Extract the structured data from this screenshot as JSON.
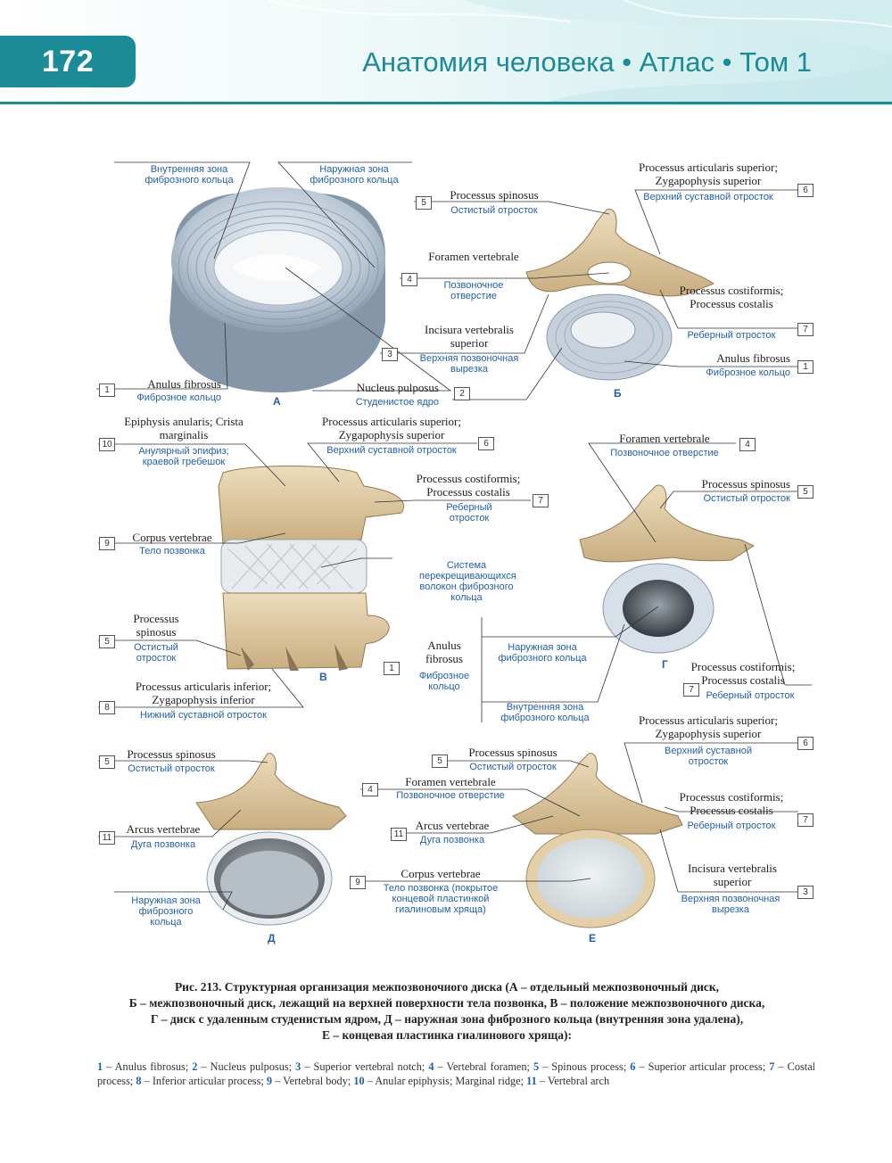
{
  "header": {
    "page_number": "172",
    "book_title": "Анатомия человека • Атлас • Том 1"
  },
  "figure": {
    "panel_letters": [
      "А",
      "Б",
      "В",
      "Г",
      "Д",
      "Е"
    ],
    "labels": [
      {
        "ru": "Внутренняя зона фиброзного кольца"
      },
      {
        "ru": "Наружная зона фиброзного кольца"
      },
      {
        "num": "1",
        "la": "Anulus fibrosus",
        "ru": "Фиброзное кольцо"
      },
      {
        "num": "2",
        "la": "Nucleus pulposus",
        "ru": "Студенистое ядро"
      },
      {
        "num": "5",
        "la": "Processus spinosus",
        "ru": "Остистый отросток"
      },
      {
        "num": "6",
        "la": "Processus articularis superior; Zygapophysis superior",
        "ru": "Верхний суставной отросток"
      },
      {
        "num": "4",
        "la": "Foramen vertebrale",
        "ru": "Позвоночное отверстие"
      },
      {
        "num": "7",
        "la": "Processus costiformis; Processus costalis",
        "ru": "Реберный отросток"
      },
      {
        "num": "3",
        "la": "Incisura vertebralis superior",
        "ru": "Верхняя позвоночная вырезка"
      },
      {
        "num": "1",
        "la": "Anulus fibrosus",
        "ru": "Фиброзное кольцо"
      },
      {
        "num": "10",
        "la": "Epiphysis anularis; Crista marginalis",
        "ru": "Анулярный эпифиз; краевой гребешок"
      },
      {
        "num": "6",
        "la": "Processus articularis superior; Zygapophysis superior",
        "ru": "Верхний суставной отросток"
      },
      {
        "num": "7",
        "la": "Processus costiformis; Processus costalis",
        "ru": "Реберный отросток"
      },
      {
        "num": "9",
        "la": "Corpus vertebrae",
        "ru": "Тело позвонка"
      },
      {
        "ru": "Система перекрещивающихся волокон фиброзного кольца"
      },
      {
        "num": "5",
        "la": "Processus spinosus",
        "ru": "Остистый отросток"
      },
      {
        "num": "8",
        "la": "Processus articularis inferior; Zygapophysis inferior",
        "ru": "Нижний суставной отросток"
      },
      {
        "num": "1",
        "la": "Anulus fibrosus",
        "ru": "Фиброзное кольцо"
      },
      {
        "ru": "Наружная зона фиброзного кольца"
      },
      {
        "ru": "Внутренняя зона фиброзного кольца"
      },
      {
        "num": "4",
        "la": "Foramen vertebrale",
        "ru": "Позвоночное отверстие"
      },
      {
        "num": "5",
        "la": "Processus spinosus",
        "ru": "Остистый отросток"
      },
      {
        "num": "7",
        "la": "Processus costiformis; Processus costalis",
        "ru": "Реберный отросток"
      },
      {
        "num": "5",
        "la": "Processus spinosus",
        "ru": "Остистый отросток"
      },
      {
        "num": "11",
        "la": "Arcus vertebrae",
        "ru": "Дуга позвонка"
      },
      {
        "ru": "Наружная зона фиброзного кольца"
      },
      {
        "num": "6",
        "la": "Processus articularis superior; Zygapophysis superior",
        "ru": "Верхний суставной отросток"
      },
      {
        "num": "5",
        "la": "Processus spinosus",
        "ru": "Остистый отросток"
      },
      {
        "num": "4",
        "la": "Foramen vertebrale",
        "ru": "Позвоночное отверстие"
      },
      {
        "num": "7",
        "la": "Processus costiformis; Processus costalis",
        "ru": "Реберный отросток"
      },
      {
        "num": "11",
        "la": "Arcus vertebrae",
        "ru": "Дуга позвонка"
      },
      {
        "num": "9",
        "la": "Corpus vertebrae",
        "ru": "Тело позвонка (покрытое концевой пластинкой гиалиновым хряща)"
      },
      {
        "num": "3",
        "la": "Incisura vertebralis superior",
        "ru": "Верхняя позвоночная вырезка"
      }
    ]
  },
  "caption": {
    "lines": [
      "Рис. 213. Структурная организация межпозвоночного диска (А – отдельный межпозвоночный диск,",
      "Б – межпозвоночный диск, лежащий на верхней поверхности тела позвонка, В – положение межпозвоночного диска,",
      "Г – диск с удаленным студенистым ядром, Д – наружная зона фиброзного кольца (внутренняя зона удалена),",
      "Е – концевая пластинка гиалинового хряща):"
    ]
  },
  "legend": [
    {
      "num": "1",
      "text": "Anulus fibrosus;"
    },
    {
      "num": "2",
      "text": "Nucleus pulposus;"
    },
    {
      "num": "3",
      "text": "Superior vertebral notch;"
    },
    {
      "num": "4",
      "text": "Vertebral foramen;"
    },
    {
      "num": "5",
      "text": "Spinous process;"
    },
    {
      "num": "6",
      "text": "Superior articular process;"
    },
    {
      "num": "7",
      "text": "Costal process;"
    },
    {
      "num": "8",
      "text": "Inferior articular process;"
    },
    {
      "num": "9",
      "text": "Vertebral body;"
    },
    {
      "num": "10",
      "text": "Anular epiphysis; Marginal ridge;"
    },
    {
      "num": "11",
      "text": "Vertebral arch"
    }
  ]
}
